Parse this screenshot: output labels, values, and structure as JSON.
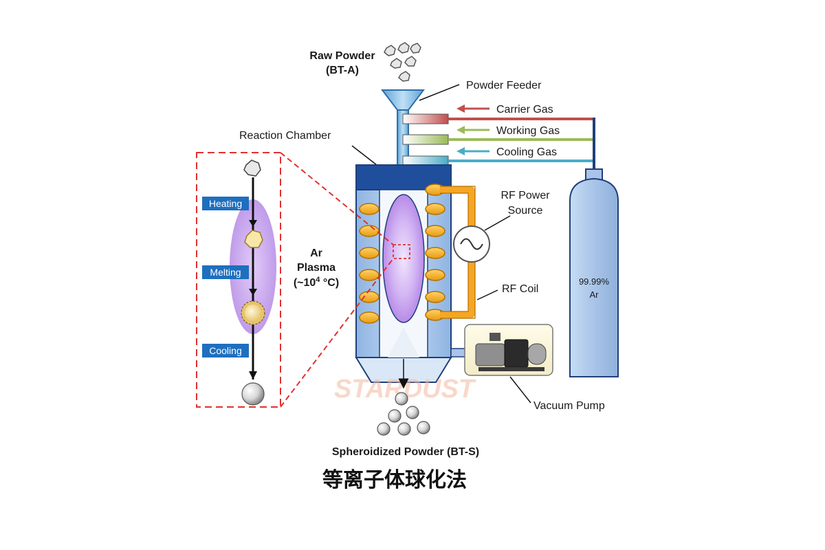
{
  "labels": {
    "raw_powder_line1": "Raw Powder",
    "raw_powder_line2": "(BT-A)",
    "powder_feeder": "Powder Feeder",
    "carrier_gas": "Carrier Gas",
    "working_gas": "Working Gas",
    "cooling_gas": "Cooling Gas",
    "reaction_chamber": "Reaction Chamber",
    "rf_power_line1": "RF Power",
    "rf_power_line2": "Source",
    "rf_coil": "RF Coil",
    "vacuum_pump": "Vacuum Pump",
    "ar_cylinder_line1": "99.99%",
    "ar_cylinder_line2": "Ar",
    "plasma_line1": "Ar",
    "plasma_line2": "Plasma",
    "plasma_line3_prefix": "(~10",
    "plasma_line3_sup": "4",
    "plasma_line3_suffix": " °C)",
    "spheroidized_powder": "Spheroidized Powder (BT-S)",
    "caption": "等离子体球化法",
    "watermark": "STARDUST"
  },
  "steps": [
    "Heating",
    "Melting",
    "Cooling"
  ],
  "colors": {
    "carrier_gas": "#c0504d",
    "working_gas": "#9bbb59",
    "cooling_gas": "#4bacc6",
    "cylinder": "#a9c4e8",
    "chamber": "#9dbfe6",
    "chamber_top": "#1f4e9c",
    "coil": "#f5a623",
    "plasma": "#c9a6f0",
    "inset_border": "#e03030",
    "step_box": "#1e6fbf"
  }
}
